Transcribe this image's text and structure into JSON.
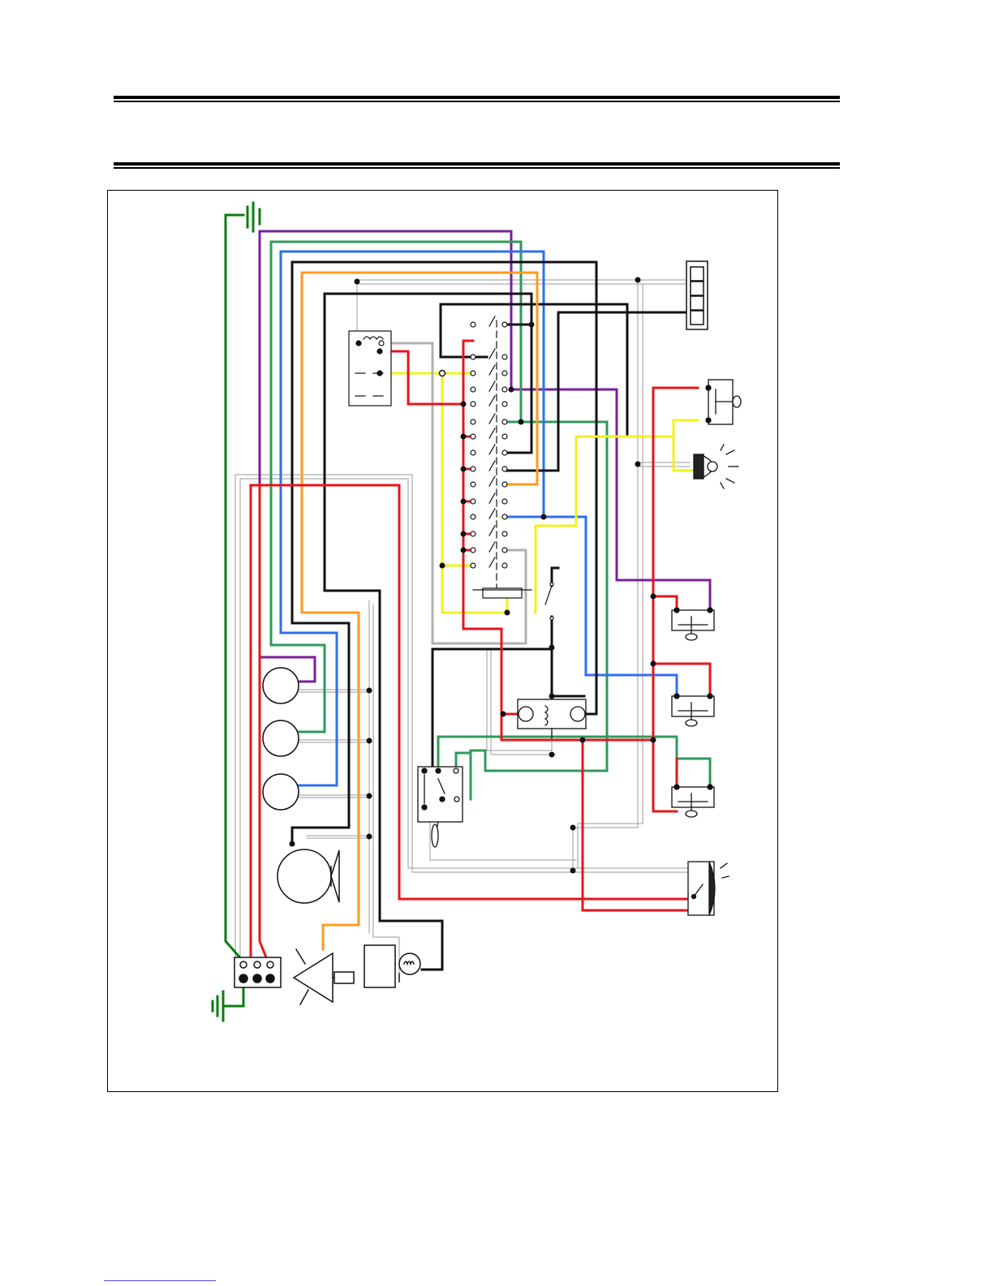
{
  "page": {
    "header_rule_color": "#000000",
    "footer_rule_color": "#4a4ad0"
  },
  "wire_colors": {
    "black": "#111111",
    "red": "#e8141b",
    "green": "#2e9a5c",
    "ground_green": "#0b7d12",
    "blue": "#2f6ff0",
    "purple": "#7a1f9a",
    "orange": "#ff9b1a",
    "yellow": "#f2f21a",
    "gray": "#b0b0b0"
  },
  "components": [
    {
      "name": "ground-top",
      "icon": "ground-icon"
    },
    {
      "name": "ground-bottom",
      "icon": "ground-icon"
    },
    {
      "name": "terminal-strip-right",
      "icon": "terminal-block-icon"
    },
    {
      "name": "selector-switch-bank",
      "icon": "rotary-switch-icon"
    },
    {
      "name": "relay-box",
      "icon": "relay-icon"
    },
    {
      "name": "lamp-indicator",
      "icon": "lamp-icon"
    },
    {
      "name": "pushbutton-top",
      "icon": "pushbutton-icon"
    },
    {
      "name": "pushbutton-1",
      "icon": "pushbutton-icon"
    },
    {
      "name": "pushbutton-2",
      "icon": "pushbutton-icon"
    },
    {
      "name": "pushbutton-3",
      "icon": "pushbutton-icon"
    },
    {
      "name": "motor-1",
      "icon": "motor-icon"
    },
    {
      "name": "motor-2",
      "icon": "motor-icon"
    },
    {
      "name": "motor-3",
      "icon": "motor-icon"
    },
    {
      "name": "main-motor-fan",
      "icon": "fan-motor-icon"
    },
    {
      "name": "toggle-switch",
      "icon": "toggle-switch-icon"
    },
    {
      "name": "timer-relay",
      "icon": "timer-relay-icon"
    },
    {
      "name": "warning-lamp",
      "icon": "warning-lamp-icon"
    },
    {
      "name": "power-terminal-block",
      "icon": "terminal-block-icon"
    },
    {
      "name": "valve-actuator",
      "icon": "valve-icon"
    },
    {
      "name": "control-box",
      "icon": "box-icon"
    },
    {
      "name": "heater-element",
      "icon": "heater-icon"
    }
  ]
}
